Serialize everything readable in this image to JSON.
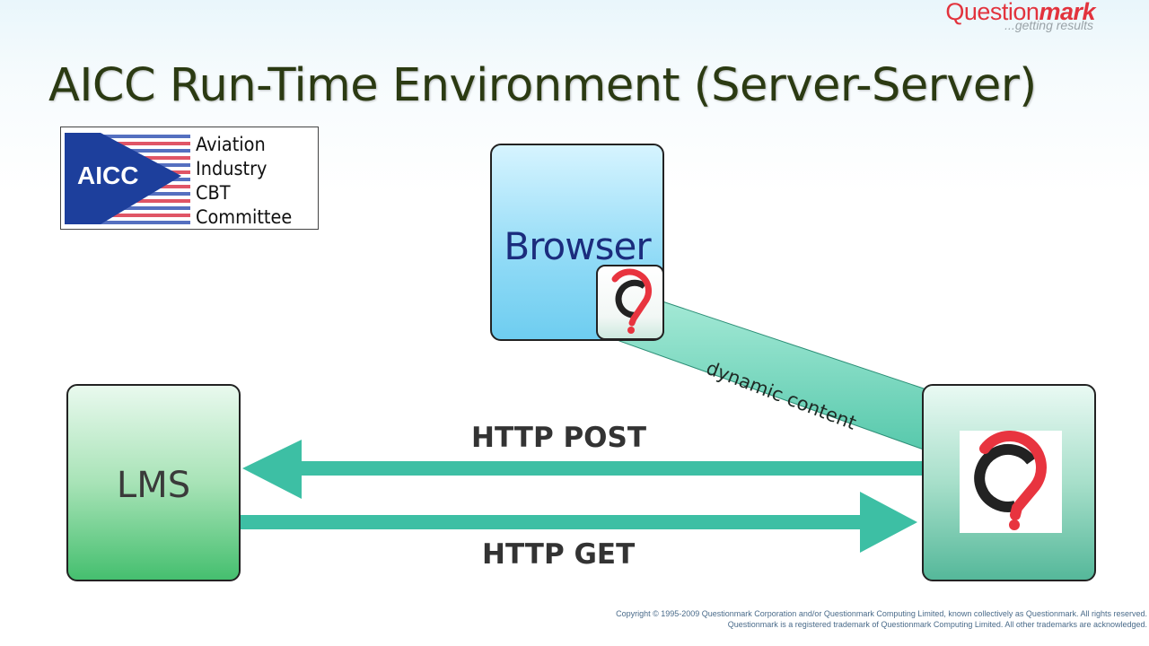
{
  "brand": {
    "name_regular": "Question",
    "name_bold": "mark",
    "tagline": "...getting results"
  },
  "title": "AICC Run-Time Environment (Server-Server)",
  "aicc_logo": {
    "badge": "AICC",
    "lines": [
      "Aviation",
      "Industry",
      "CBT",
      "Committee"
    ]
  },
  "nodes": {
    "browser": "Browser",
    "lms": "LMS"
  },
  "connections": {
    "post": "HTTP POST",
    "get": "HTTP GET",
    "dynamic": "dynamic content"
  },
  "colors": {
    "arrow": "#3dbfa4",
    "brand_red": "#e2333d",
    "title": "#2b3a12"
  },
  "copyright": {
    "line1": "Copyright © 1995-2009 Questionmark Corporation and/or Questionmark Computing Limited, known collectively as Questionmark. All rights reserved.",
    "line2": "Questionmark is a registered trademark of Questionmark Computing Limited. All other trademarks are acknowledged."
  }
}
